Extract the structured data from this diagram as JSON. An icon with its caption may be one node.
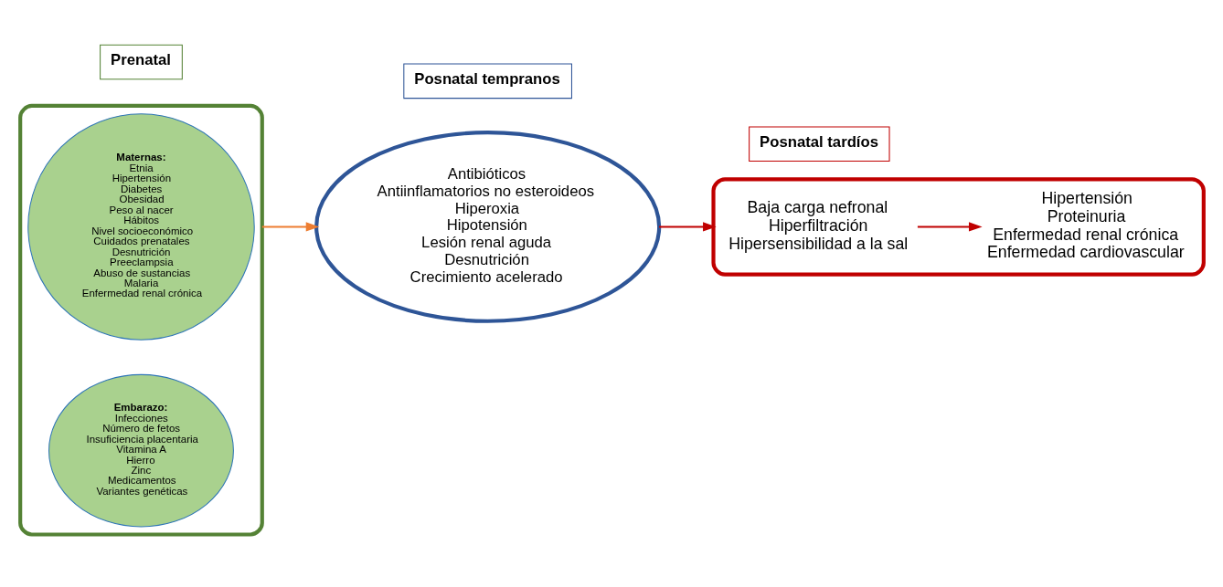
{
  "diagram": {
    "nodes": [
      {
        "text": [],
        "shape": "ellipse"
      },
      {
        "text": [
          "Maternas:",
          "Etnia",
          "Hipertensión",
          "Diabetes",
          "Obesidad",
          "Peso al nacer",
          "Hábitos",
          "Nivel socioeconómico",
          "Cuidados prenatales",
          "Desnutrición",
          "Preeclampsia",
          "Abuso de sustancias",
          "Malaria",
          "Enfermedad renal crónica"
        ],
        "in": 0
      },
      {
        "text": [
          "Embarazo:",
          "Infecciones",
          "Número de fetos",
          "Insuficiencia placentaria",
          "Vitamina A",
          "Hierro",
          "Zinc",
          "Medicamentos",
          "Variantes genéticas"
        ],
        "in": 0
      },
      {
        "text": [
          "Antibióticos",
          "Antiinflamatorios no esteroideos",
          "Hiperoxia",
          "Hipotensión",
          "Lesión renal aguda",
          "Desnutrición",
          "Crecimiento acelerado"
        ]
      },
      {
        "text": [],
        "shape": "ellipse"
      },
      {
        "text": [
          "Baja carga nefronal",
          "Hiperfiltración",
          "Hipersensibilidad a la sal"
        ],
        "in": 4
      },
      {
        "text": [
          "Hipertensión",
          "Proteinuria",
          "Enfermedad renal crónica",
          "Enfermedad cardiovascular"
        ],
        "in": 4
      },
      {
        "text": [
          "Prenatal"
        ]
      },
      {
        "text": [
          "Posnatal tempranos"
        ]
      },
      {
        "text": [
          "Posnatal tardíos"
        ]
      }
    ],
    "edges": [
      {
        "from": 0,
        "to": 3,
        "arrow": "to",
        "color": "#ed7d31"
      },
      {
        "from": 3,
        "to": 4,
        "arrow": "to",
        "color": "#c00000"
      },
      {
        "from": 5,
        "to": 6,
        "arrow": "to",
        "color": "#c00000"
      }
    ]
  }
}
